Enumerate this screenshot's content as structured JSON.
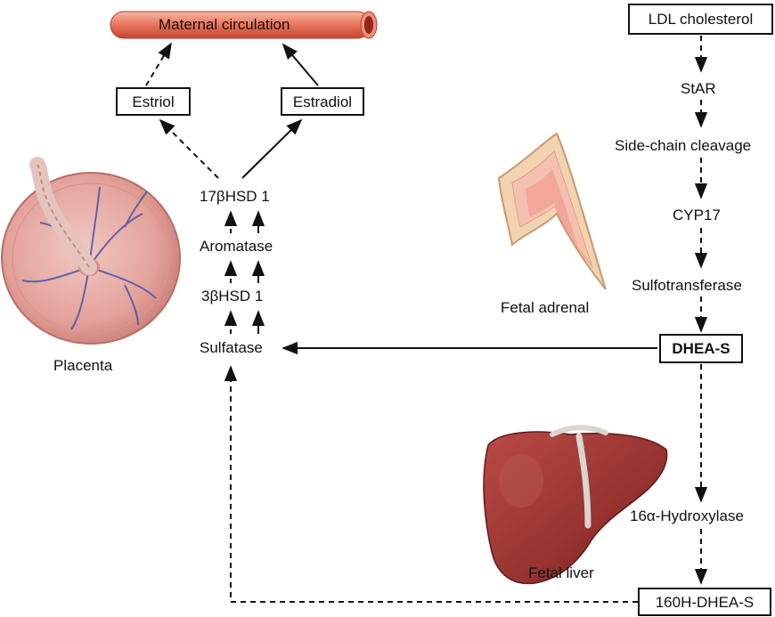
{
  "maternal_circulation": "Maternal circulation",
  "estriol": "Estriol",
  "estradiol": "Estradiol",
  "placenta_steps": {
    "hsd17": "17βHSD 1",
    "aromatase": "Aromatase",
    "hsd3": "3βHSD 1",
    "sulfatase": "Sulfatase"
  },
  "placenta_label": "Placenta",
  "adrenal_pathway": {
    "ldl": "LDL cholesterol",
    "star": "StAR",
    "scc": "Side-chain cleavage",
    "cyp17": "CYP17",
    "sulfotransferase": "Sulfotransferase",
    "dheas": "DHEA-S"
  },
  "fetal_adrenal_label": "Fetal adrenal",
  "liver_pathway": {
    "hydroxylase": "16α-Hydroxylase",
    "oh_dheas": "160H-DHEA-S"
  },
  "fetal_liver_label": "Fetal liver",
  "colors": {
    "vessel": "#e8705a",
    "vessel_dark": "#c84a36",
    "placenta": "#e7b2ac",
    "adrenal": "#f1d3b0",
    "liver": "#9b3431",
    "line": "#111111"
  }
}
